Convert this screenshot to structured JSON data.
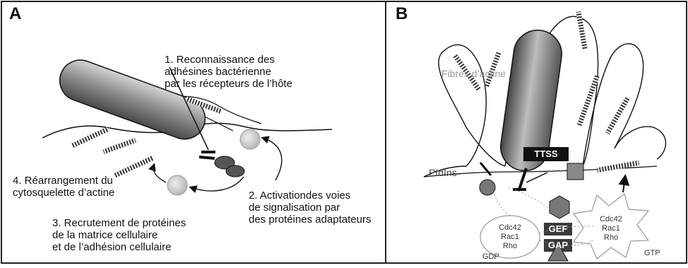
{
  "panel_a": {
    "letter": "A",
    "step1": [
      "1. Reconnaissance des",
      "adhésines bactérienne",
      "par les récepteurs de l’hôte"
    ],
    "step2": [
      "2. Activationdes voies",
      "de signalisation par",
      "des protéines adaptateurs"
    ],
    "step3": [
      "3. Recrutement de protéines",
      "de la matrice cellulaire",
      "et de l’adhésion cellulaire"
    ],
    "step4": [
      "4. Réarrangement du",
      "cytosquelette d’actine"
    ]
  },
  "panel_b": {
    "letter": "B",
    "fibres": "Fibres d’actine",
    "ptdins": "PtdIns",
    "ttss": "TTSS",
    "gef": "GEF",
    "gap": "GAP",
    "gdp_group": [
      "Cdc42",
      "Rac1",
      "Rho"
    ],
    "gtp_group": [
      "Cdc42",
      "Rac1",
      "Rho"
    ],
    "gdp": "GDP",
    "gtp": "GTP"
  },
  "colors": {
    "frame": "#222222",
    "membrane": "#111111",
    "bacterium": "#6e6e6e",
    "fibres_label": "#9a9a9a"
  }
}
